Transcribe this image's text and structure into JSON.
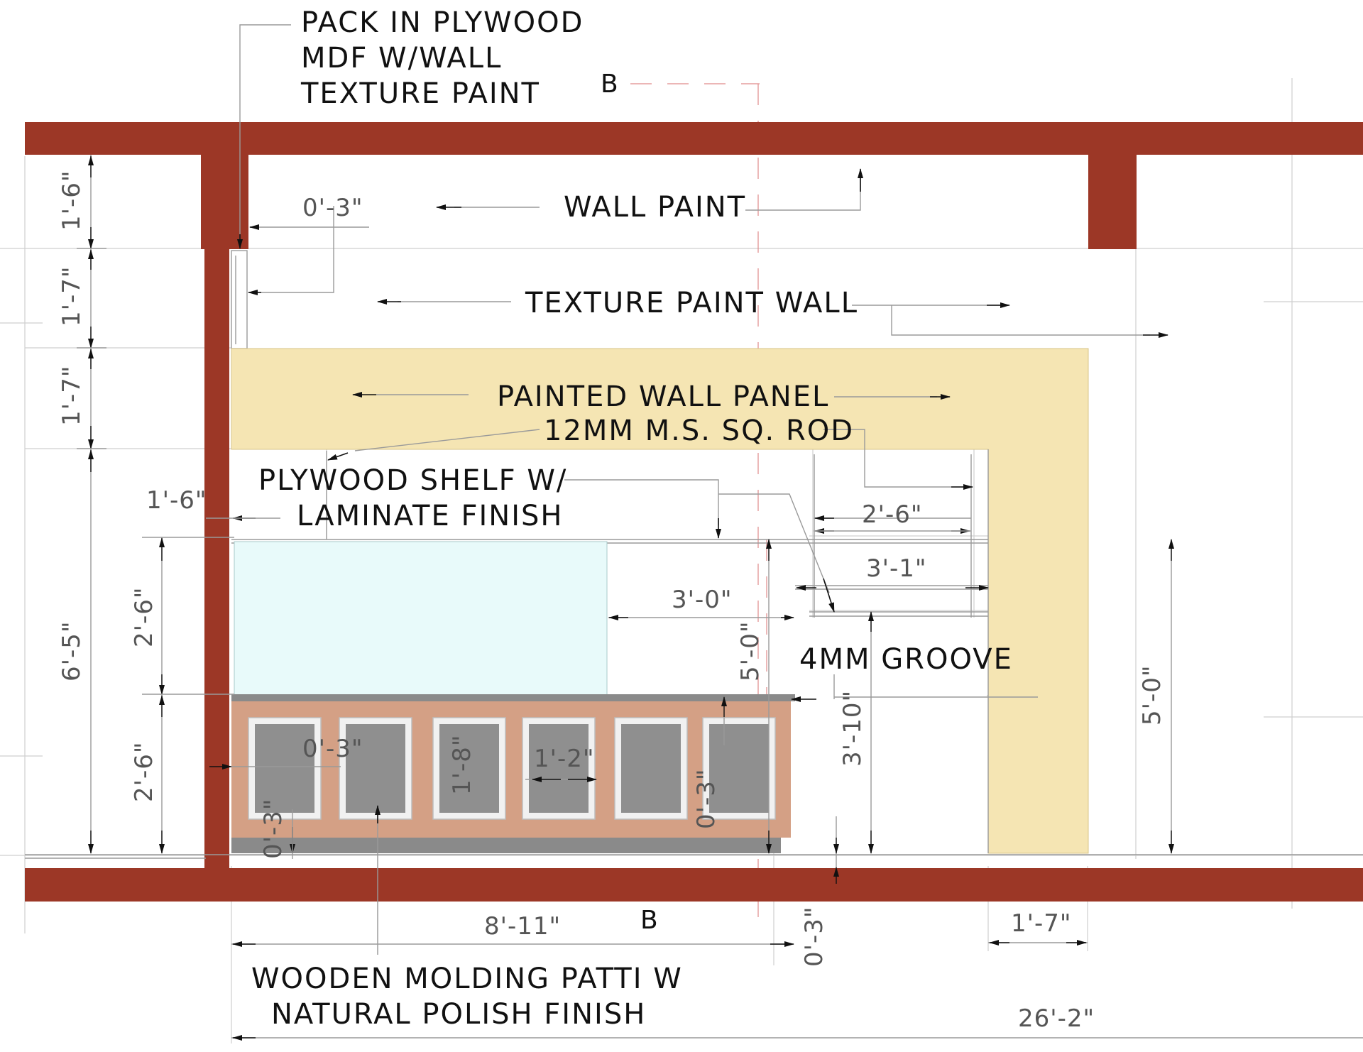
{
  "colors": {
    "beam": "#9c3726",
    "panel": "#f5e5b3",
    "glass": "#e8fafa",
    "cabinet": "#d4a085",
    "shutter": "#8f8f8f",
    "plinth": "#8a8a8a",
    "shutter_frame": "#f1f1f1"
  },
  "section_marks": {
    "top": "B",
    "bottom": "B"
  },
  "labels": {
    "pack_in_plywood": [
      "PACK IN PLYWOOD",
      "MDF W/WALL",
      "TEXTURE PAINT"
    ],
    "wall_paint": "WALL PAINT",
    "texture_paint_wall": "TEXTURE PAINT WALL",
    "painted_wall_panel": "PAINTED WALL PANEL",
    "ms_rod": "12MM M.S. SQ. ROD",
    "plywood_shelf": [
      "PLYWOOD SHELF W/",
      "LAMINATE FINISH"
    ],
    "groove": "4MM GROOVE",
    "wooden_molding": [
      "WOODEN MOLDING PATTI W",
      "NATURAL POLISH FINISH"
    ]
  },
  "dimensions": {
    "left_1_6": "1'-6\"",
    "left_1_7_a": "1'-7\"",
    "left_1_7_b": "1'-7\"",
    "left_6_5": "6'-5\"",
    "left_2_6_a": "2'-6\"",
    "left_2_6_b": "2'-6\"",
    "shelf_1_6": "1'-6\"",
    "top_0_3": "0'-3\"",
    "shelf_2_6": "2'-6\"",
    "shelf_3_1": "3'-1\"",
    "span_3_0": "3'-0\"",
    "center_5_0": "5'-0\"",
    "right_5_0": "5'-0\"",
    "cab_0_3_a": "0'-3\"",
    "cab_1_8": "1'-8\"",
    "cab_1_2": "1'-2\"",
    "cab_0_3_b": "0'-3\"",
    "cab_0_3_c": "0'-3\"",
    "height_3_10": "3'-10\"",
    "bottom_8_11": "8'-11\"",
    "bottom_0_3": "0'-3\"",
    "bottom_1_7": "1'-7\"",
    "overall_26_2": "26'-2\""
  }
}
